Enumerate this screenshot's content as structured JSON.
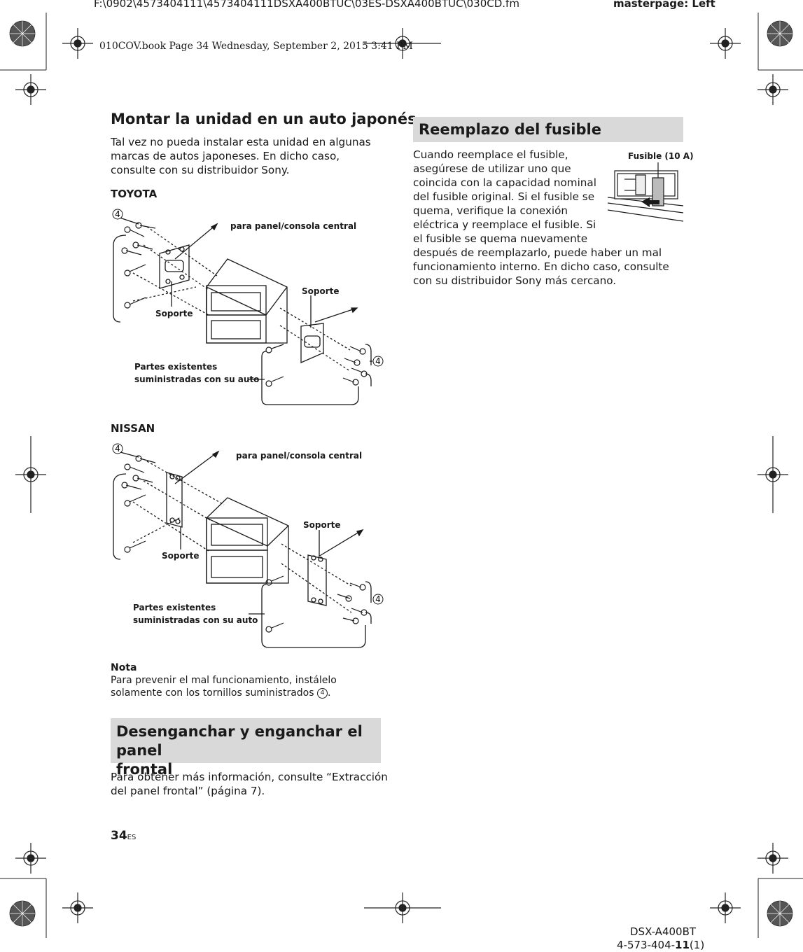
{
  "header": {
    "path": "F:\\0902\\4573404111\\4573404111DSXA400BTUC\\03ES-DSXA400BTUC\\030CD.fm",
    "masterpage": "masterpage: Left",
    "bookline": "010COV.book  Page 34  Wednesday, September 2, 2015  3:41 PM"
  },
  "left": {
    "title": "Montar la unidad en un auto japonés",
    "intro": "Tal vez no pueda instalar esta unidad en algunas marcas de autos japoneses. En dicho caso, consulte con su distribuidor Sony.",
    "toyota": {
      "heading": "TOYOTA",
      "callout_num": "4",
      "label_panel": "para panel/consola central",
      "label_bracket_left": "Soporte",
      "label_bracket_right": "Soporte",
      "label_parts_1": "Partes existentes",
      "label_parts_2": "suministradas con su auto"
    },
    "nissan": {
      "heading": "NISSAN",
      "callout_num": "4",
      "label_panel": "para panel/consola central",
      "label_bracket_left": "Soporte",
      "label_bracket_right": "Soporte",
      "label_parts_1": "Partes existentes",
      "label_parts_2": "suministradas con su auto"
    },
    "note_title": "Nota",
    "note_line1": "Para prevenir el mal funcionamiento, instálelo",
    "note_line2": "solamente con los tornillos suministrados",
    "note_num": "4",
    "section2_title_1": "Desenganchar y enganchar el panel",
    "section2_title_2": "frontal",
    "section2_text_1": "Para obtener más información, consulte “Extracción",
    "section2_text_2": "del panel frontal” (página 7)."
  },
  "right": {
    "section_title": "Reemplazo del fusible",
    "fuse_label": "Fusible (10 A)",
    "lines": [
      "Cuando reemplace el fusible,",
      "asegúrese de utilizar uno que",
      "coincida con la capacidad nominal",
      "del fusible original. Si el fusible se",
      "quema, verifique la conexión",
      "eléctrica y reemplace el fusible. Si",
      "el fusible se quema nuevamente",
      "después de reemplazarlo, puede haber un mal",
      "funcionamiento interno. En dicho caso, consulte",
      "con su distribuidor Sony más cercano."
    ]
  },
  "footer": {
    "page_num": "34",
    "page_suffix": "ES",
    "model": "DSX-A400BT",
    "code_prefix": "4-573-404-",
    "code_bold": "11",
    "code_suffix": "(1)"
  }
}
